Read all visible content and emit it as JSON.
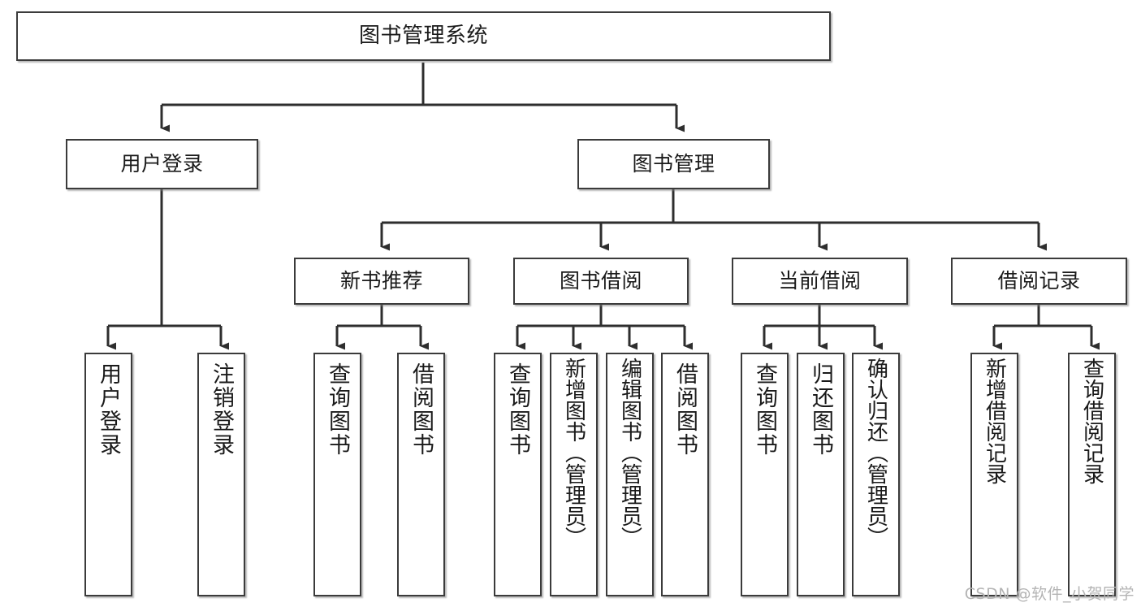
{
  "diagram": {
    "title": "图书管理系统",
    "type": "tree-hierarchy-chart",
    "watermark": "CSDN @软件_小贺同学",
    "stroke_color": "#3b3b3b",
    "background_color": "#ffffff",
    "text_color": "#1a1a1a",
    "nodes": {
      "root": {
        "label": "图书管理系统"
      },
      "level2": [
        {
          "id": "user-login",
          "label": "用户登录"
        },
        {
          "id": "book-manage",
          "label": "图书管理"
        }
      ],
      "level3": [
        {
          "id": "new-book-rec",
          "label": "新书推荐"
        },
        {
          "id": "book-borrow",
          "label": "图书借阅"
        },
        {
          "id": "current-borrow",
          "label": "当前借阅"
        },
        {
          "id": "borrow-record",
          "label": "借阅记录"
        }
      ],
      "leaves": {
        "user_login": [
          {
            "id": "leaf-user-login",
            "label": "用户登录"
          },
          {
            "id": "leaf-user-logout",
            "label": "注销登录"
          }
        ],
        "new_book_rec": [
          {
            "id": "leaf-query-book-1",
            "label": "查询图书"
          },
          {
            "id": "leaf-borrow-book-1",
            "label": "借阅图书"
          }
        ],
        "book_borrow": [
          {
            "id": "leaf-query-book-2",
            "label": "查询图书"
          },
          {
            "id": "leaf-add-book",
            "label": "新增图书（管理员）"
          },
          {
            "id": "leaf-edit-book",
            "label": "编辑图书（管理员）"
          },
          {
            "id": "leaf-borrow-book-2",
            "label": "借阅图书"
          }
        ],
        "current_borrow": [
          {
            "id": "leaf-query-book-3",
            "label": "查询图书"
          },
          {
            "id": "leaf-return-book",
            "label": "归还图书"
          },
          {
            "id": "leaf-confirm-return",
            "label": "确认归还（管理员）"
          }
        ],
        "borrow_record": [
          {
            "id": "leaf-add-record",
            "label": "新增借阅记录"
          },
          {
            "id": "leaf-query-record",
            "label": "查询借阅记录"
          }
        ]
      }
    }
  }
}
